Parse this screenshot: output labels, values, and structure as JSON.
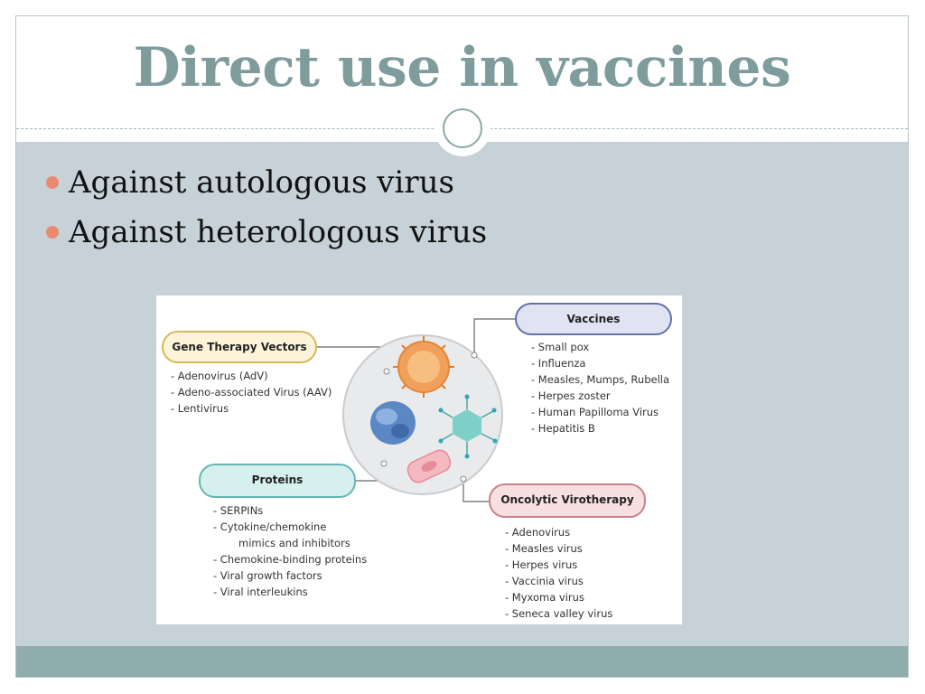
{
  "slide": {
    "title": "Direct use in vaccines",
    "bullets": [
      "Against autologous virus",
      "Against heterologous virus"
    ]
  },
  "figure": {
    "gene_therapy": {
      "label": "Gene Therapy Vectors",
      "items": [
        "- Adenovirus (AdV)",
        "- Adeno-associated Virus (AAV)",
        "- Lentivirus"
      ]
    },
    "vaccines": {
      "label": "Vaccines",
      "items": [
        "- Small pox",
        "- Influenza",
        "- Measles, Mumps, Rubella",
        "- Herpes zoster",
        "- Human Papilloma Virus",
        "- Hepatitis B"
      ]
    },
    "proteins": {
      "label": "Proteins",
      "items": [
        "- SERPINs",
        "- Cytokine/chemokine",
        "mimics and inhibitors",
        "- Chemokine-binding proteins",
        "- Viral growth factors",
        "- Viral interleukins"
      ]
    },
    "oncolytic": {
      "label": "Oncolytic Virotherapy",
      "items": [
        "- Adenovirus",
        "- Measles virus",
        "- Herpes virus",
        "- Vaccinia virus",
        "- Myxoma virus",
        "- Seneca valley virus"
      ]
    }
  },
  "colors": {
    "title": "#7f9c9c",
    "body_bg": "#c6d2d8",
    "bullet": "#e98a6e",
    "footer": "#8fadad"
  }
}
